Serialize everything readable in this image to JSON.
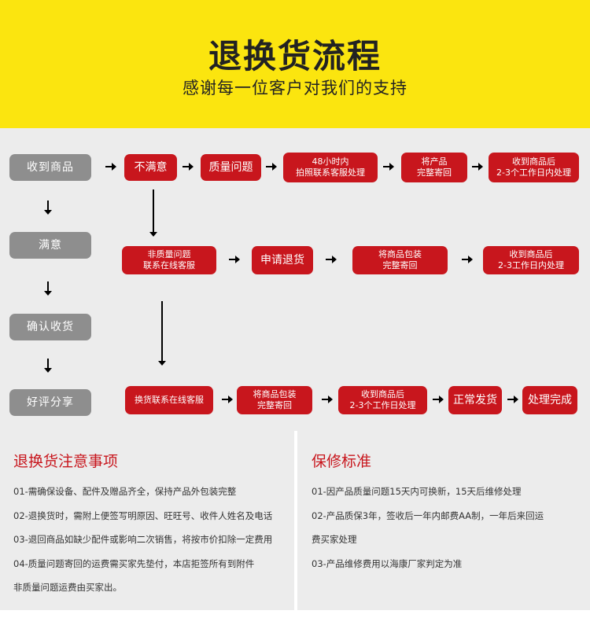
{
  "header": {
    "title": "退换货流程",
    "subtitle": "感谢每一位客户对我们的支持"
  },
  "steps": {
    "received": "收到商品",
    "satisfied": "满意",
    "confirm": "确认收货",
    "review": "好评分享"
  },
  "row1": {
    "unsatisfied": "不满意",
    "quality": "质量问题",
    "contact_a": "48小时内",
    "contact_b": "拍照联系客服处理",
    "send_a": "将产品",
    "send_b": "完整寄回",
    "done_a": "收到商品后",
    "done_b": "2-3个工作日内处理"
  },
  "row2": {
    "non_quality_a": "非质量问题",
    "non_quality_b": "联系在线客服",
    "refund": "申请退货",
    "pack_a": "将商品包装",
    "pack_b": "完整寄回",
    "done_a": "收到商品后",
    "done_b": "2-3工作日内处理"
  },
  "row3": {
    "exchange": "换货联系在线客服",
    "pack_a": "将商品包装",
    "pack_b": "完整寄回",
    "recv_a": "收到商品后",
    "recv_b": "2-3个工作日处理",
    "ship": "正常发货",
    "complete": "处理完成"
  },
  "notes_left": {
    "title": "退换货注意事项",
    "lines": [
      "01-需确保设备、配件及赠品齐全，保持产品外包装完整",
      "02-退换货时，需附上便签写明原因、旺旺号、收件人姓名及电话",
      "03-退回商品如缺少配件或影响二次销售，将按市价扣除一定费用",
      "04-质量问题寄回的运费需买家先垫付，本店拒签所有到附件",
      "非质量问题运费由买家出。"
    ]
  },
  "notes_right": {
    "title": "保修标准",
    "lines": [
      "01-因产品质量问题15天内可换新，15天后维修处理",
      "02-产品质保3年，签收后一年内邮费AA制，一年后来回运",
      "费买家处理",
      "03-产品维修费用以海康厂家判定为准"
    ]
  },
  "colors": {
    "header_bg": "#fbe50f",
    "red": "#c8161d",
    "grey": "#8e8e8e",
    "panel_bg": "#ececec"
  }
}
